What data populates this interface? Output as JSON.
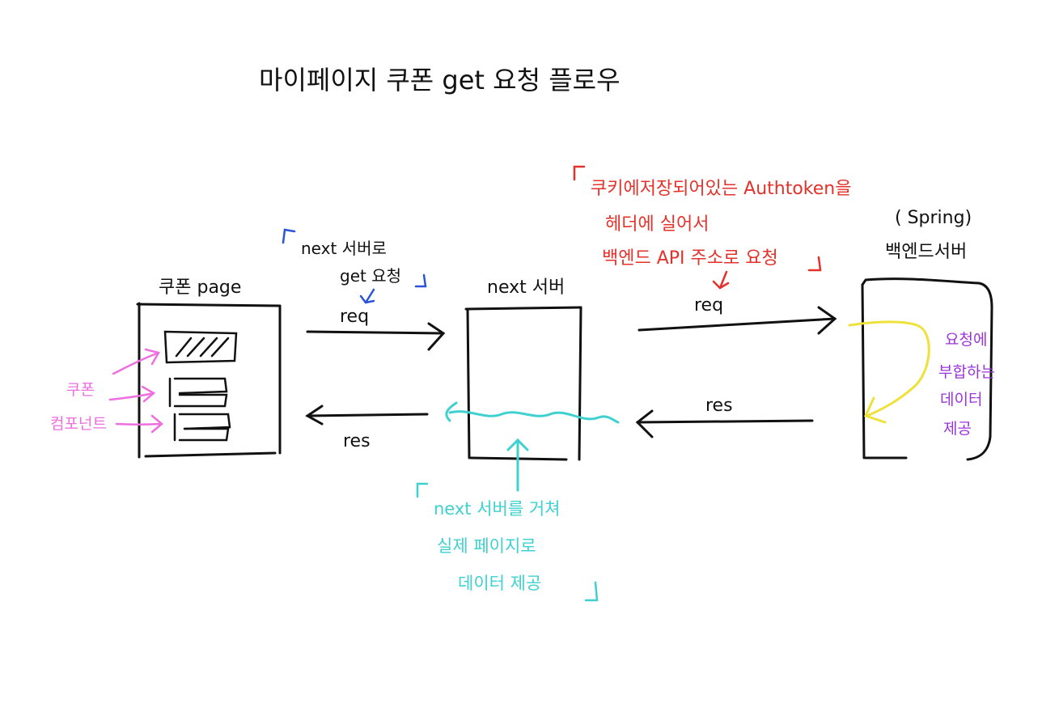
{
  "title": "마이페이지 쿠폰 get 요청 플로우",
  "nodes": {
    "coupon_page": "쿠폰 page",
    "next_server": "next 서버",
    "backend_tag": "( Spring)",
    "backend": "백엔드서버"
  },
  "arrows": {
    "req_left": "req",
    "res_left": "res",
    "req_right": "req",
    "res_right": "res"
  },
  "notes": {
    "blue": [
      "next 서버로",
      "get 요청"
    ],
    "red": [
      "쿠키에저장되어있는 Authtoken을",
      "헤더에 실어서",
      "백엔드 API 주소로 요청"
    ],
    "cyan": [
      "next 서버를 거쳐",
      "실제 페이지로",
      "데이터 제공"
    ],
    "pink": [
      "쿠폰",
      "컴포넌트"
    ],
    "purple": [
      "요청에",
      "부합하는",
      "데이터",
      "제공"
    ]
  },
  "colors": {
    "ink": "#111111",
    "red": "#e4322b",
    "blue": "#2a55d6",
    "cyan": "#3fd0d0",
    "pink": "#ee6fde",
    "purple": "#9b35d9",
    "yellow": "#eee23a"
  }
}
